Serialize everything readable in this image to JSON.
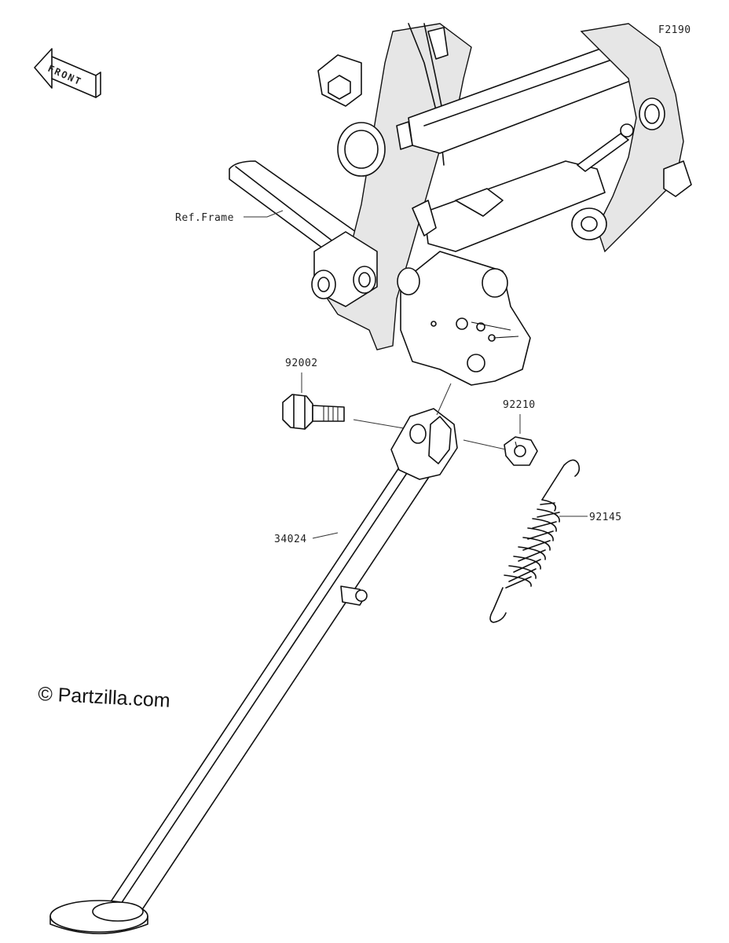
{
  "diagram_code": "F2190",
  "front_indicator": {
    "text": "FRONT",
    "icon": "front-direction-arrow-icon"
  },
  "reference_label": "Ref.Frame",
  "parts": [
    {
      "part_number": "92002"
    },
    {
      "part_number": "92210"
    },
    {
      "part_number": "92145"
    },
    {
      "part_number": "34024"
    }
  ],
  "watermark": "© Partzilla.com"
}
